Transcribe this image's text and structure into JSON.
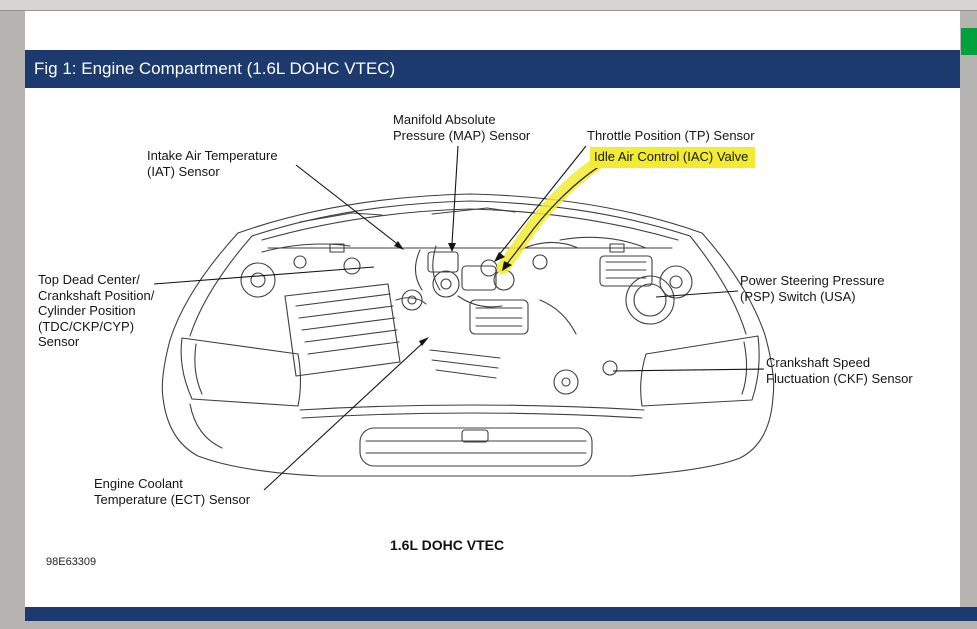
{
  "window": {
    "title": "Fig 1: Engine Compartment (1.6L DOHC VTEC)"
  },
  "figure": {
    "caption": "1.6L DOHC VTEC",
    "reference_code": "98E63309",
    "labels": {
      "map": {
        "text": "Manifold Absolute\nPressure (MAP) Sensor"
      },
      "tp": {
        "text": "Throttle Position (TP) Sensor"
      },
      "iac": {
        "text": "Idle Air Control (IAC) Valve",
        "highlighted": true
      },
      "iat": {
        "text": "Intake Air Temperature\n(IAT) Sensor"
      },
      "tdc": {
        "text": "Top Dead Center/\nCrankshaft Position/\nCylinder Position\n(TDC/CKP/CYP)\nSensor"
      },
      "psp": {
        "text": "Power Steering Pressure\n(PSP) Switch (USA)"
      },
      "ckf": {
        "text": "Crankshaft Speed\nFluctuation (CKF) Sensor"
      },
      "ect": {
        "text": "Engine Coolant\nTemperature (ECT) Sensor"
      }
    },
    "colors": {
      "highlight": "#F3EB31",
      "title_bar": "#1C3A6E",
      "accent_green": "#00A03C"
    }
  }
}
